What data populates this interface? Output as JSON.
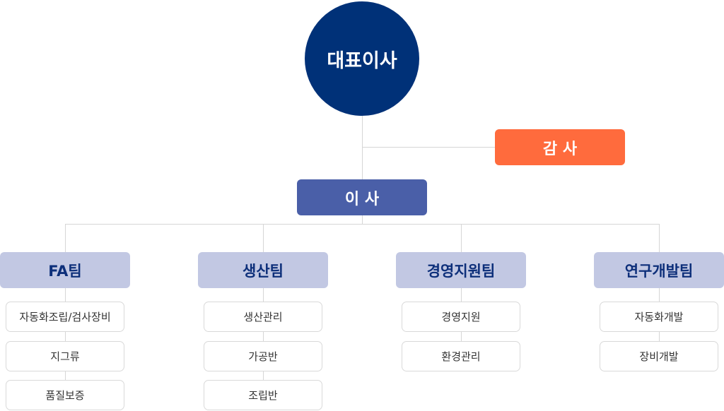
{
  "ceo": "대표이사",
  "audit": "감 사",
  "director": "이 사",
  "teams": [
    {
      "name": "FA팀",
      "subs": [
        "자동화조립/검사장비",
        "지그류",
        "품질보증"
      ]
    },
    {
      "name": "생산팀",
      "subs": [
        "생산관리",
        "가공반",
        "조립반"
      ]
    },
    {
      "name": "경영지원팀",
      "subs": [
        "경영지원",
        "환경관리"
      ]
    },
    {
      "name": "연구개발팀",
      "subs": [
        "자동화개발",
        "장비개발"
      ]
    }
  ],
  "colors": {
    "ceo": "#003178",
    "audit": "#ff6b3d",
    "director": "#4a5fa8",
    "team": "#c2c8e3",
    "team_text": "#0d2f7a"
  }
}
